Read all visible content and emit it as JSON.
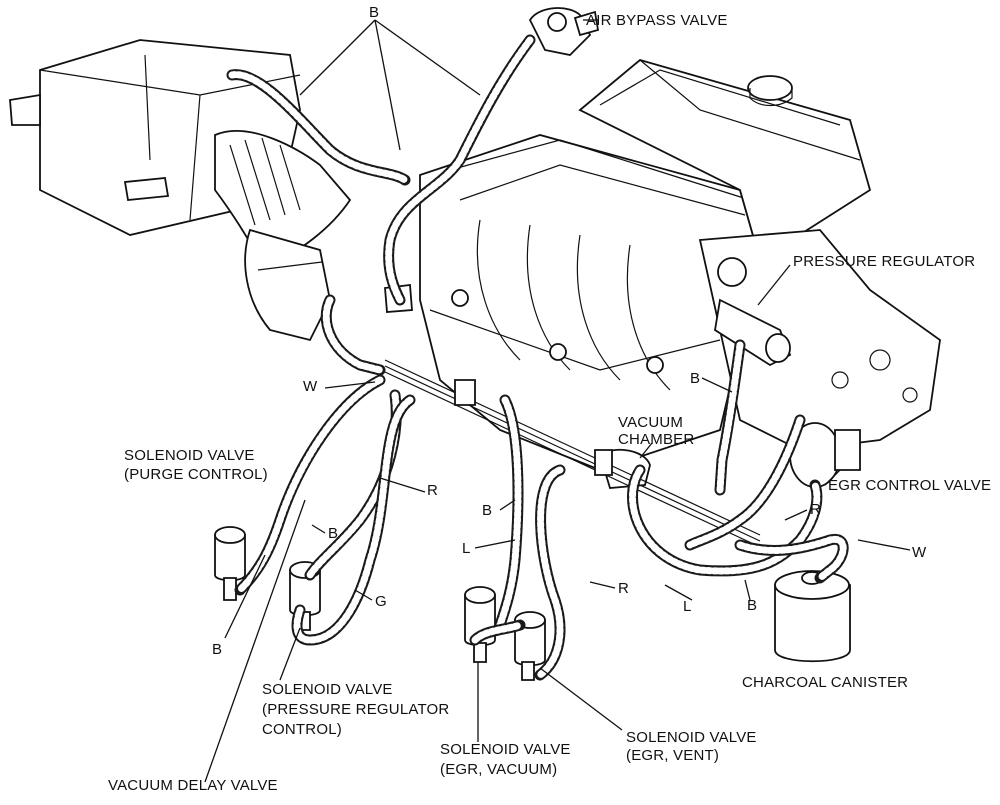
{
  "labels": {
    "air_bypass_valve": "AIR BYPASS VALVE",
    "pressure_regulator": "PRESSURE REGULATOR",
    "vacuum_chamber_1": "VACUUM",
    "vacuum_chamber_2": "CHAMBER",
    "egr_control_valve": "EGR CONTROL VALVE",
    "charcoal_canister": "CHARCOAL CANISTER",
    "sol_purge_1": "SOLENOID VALVE",
    "sol_purge_2": "(PURGE CONTROL)",
    "sol_pr_1": "SOLENOID VALVE",
    "sol_pr_2": "(PRESSURE REGULATOR",
    "sol_pr_3": "CONTROL)",
    "vacuum_delay_valve": "VACUUM DELAY VALVE",
    "sol_egr_vac_1": "SOLENOID VALVE",
    "sol_egr_vac_2": "(EGR, VACUUM)",
    "sol_egr_vent_1": "SOLENOID VALVE",
    "sol_egr_vent_2": "(EGR, VENT)"
  },
  "hose_codes": {
    "b_top": "B",
    "w_left": "W",
    "r_left": "R",
    "b_left_mid": "B",
    "g_left": "G",
    "b_left_low": "B",
    "b_center": "B",
    "l_center": "L",
    "r_center": "R",
    "b_pressure": "B",
    "r_right": "R",
    "w_right": "W",
    "l_right": "L",
    "b_right_low": "B"
  }
}
